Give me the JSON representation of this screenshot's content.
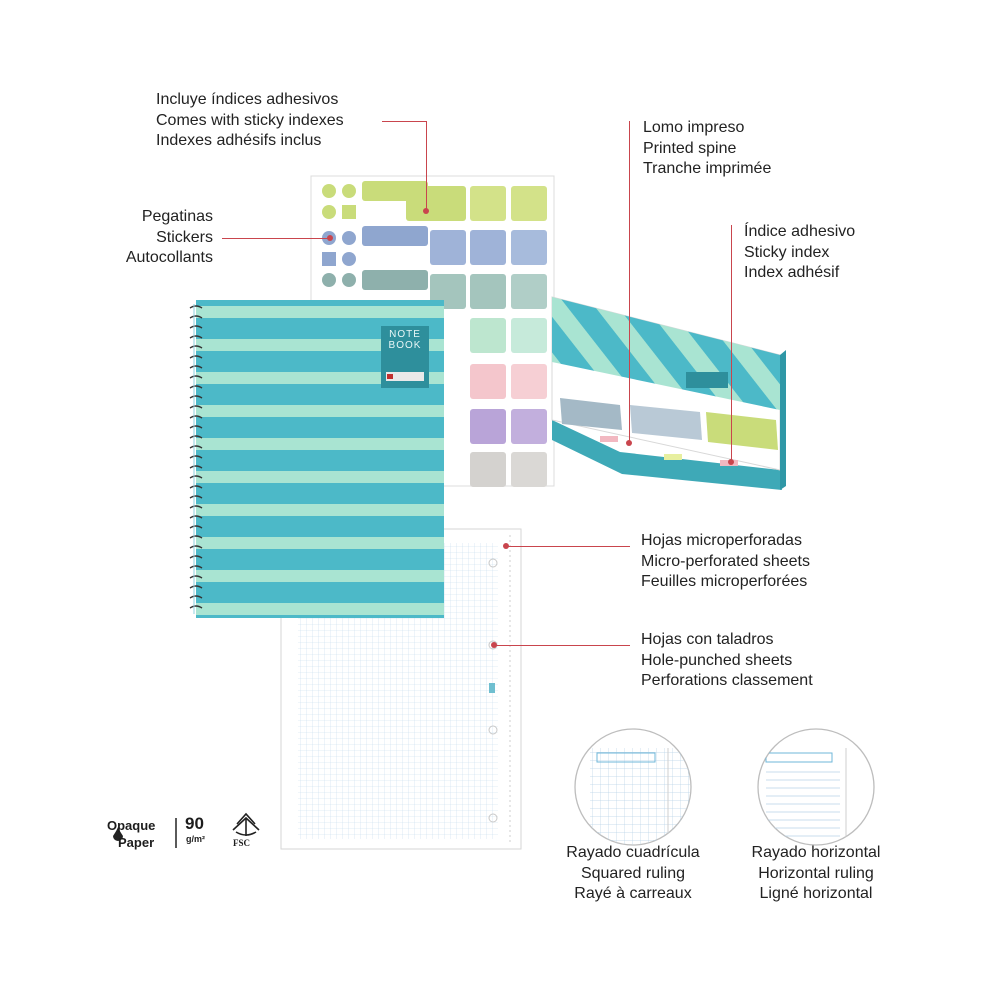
{
  "callouts": {
    "indexes": [
      "Incluye índices adhesivos",
      "Comes with sticky indexes",
      "Indexes adhésifs inclus"
    ],
    "stickers": [
      "Pegatinas",
      "Stickers",
      "Autocollants"
    ],
    "spine": [
      "Lomo impreso",
      "Printed spine",
      "Tranche imprimée"
    ],
    "sticky_index": [
      "Índice adhesivo",
      "Sticky index",
      "Index adhésif"
    ],
    "microperforated": [
      "Hojas microperforadas",
      "Micro-perforated sheets",
      "Feuilles microperforées"
    ],
    "holepunched": [
      "Hojas con taladros",
      "Hole-punched sheets",
      "Perforations classement"
    ]
  },
  "rulings": {
    "squared": [
      "Rayado cuadrícula",
      "Squared ruling",
      "Rayé à carreaux"
    ],
    "horizontal": [
      "Rayado horizontal",
      "Horizontal ruling",
      "Ligné horizontal"
    ]
  },
  "cover": {
    "line1": "NOTE",
    "line2": "BOOK"
  },
  "badges": {
    "opaque_line1": "Opaque",
    "opaque_line2": "Paper",
    "weight": "90",
    "weight_unit": "g/m²",
    "fsc": "FSC"
  },
  "colors": {
    "cover_teal": "#4cb9c8",
    "cover_stripe": "#a9e4d2",
    "leader": "#c9454d",
    "grid": "#b8d3e6"
  },
  "icons": [
    "water-drop-icon",
    "fsc-tree-icon"
  ]
}
